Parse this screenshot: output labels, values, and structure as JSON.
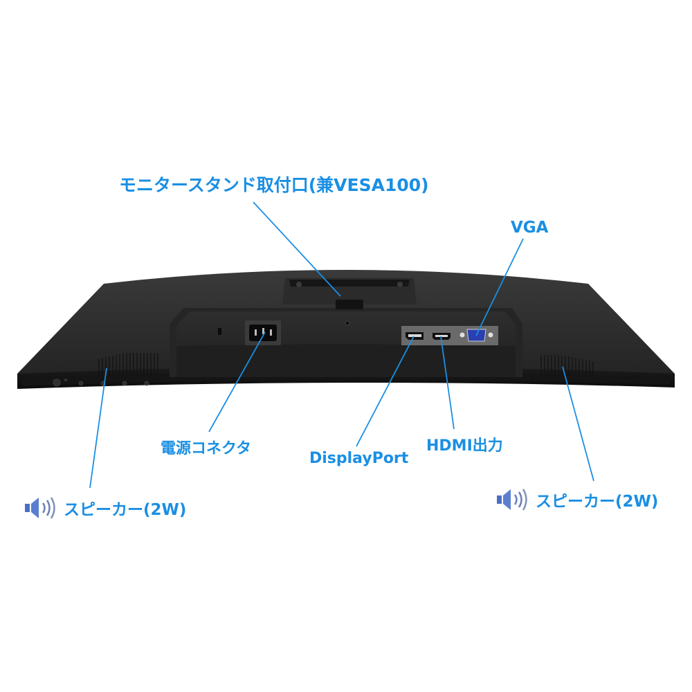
{
  "diagram": {
    "subject": "Monitor rear / bottom view",
    "accent_color": "#1a8fe3",
    "leader_color": "#1a8fe3",
    "body_color": "#1e1e1e",
    "callouts": {
      "stand_mount": "モニタースタンド取付口(兼VESA100)",
      "vga": "VGA",
      "power": "電源コネクタ",
      "displayport": "DisplayPort",
      "hdmi": "HDMI出力",
      "speaker_left": "スピーカー(2W)",
      "speaker_right": "スピーカー(2W)"
    },
    "icons": {
      "speaker_left": "speaker-icon",
      "speaker_right": "speaker-icon"
    }
  }
}
